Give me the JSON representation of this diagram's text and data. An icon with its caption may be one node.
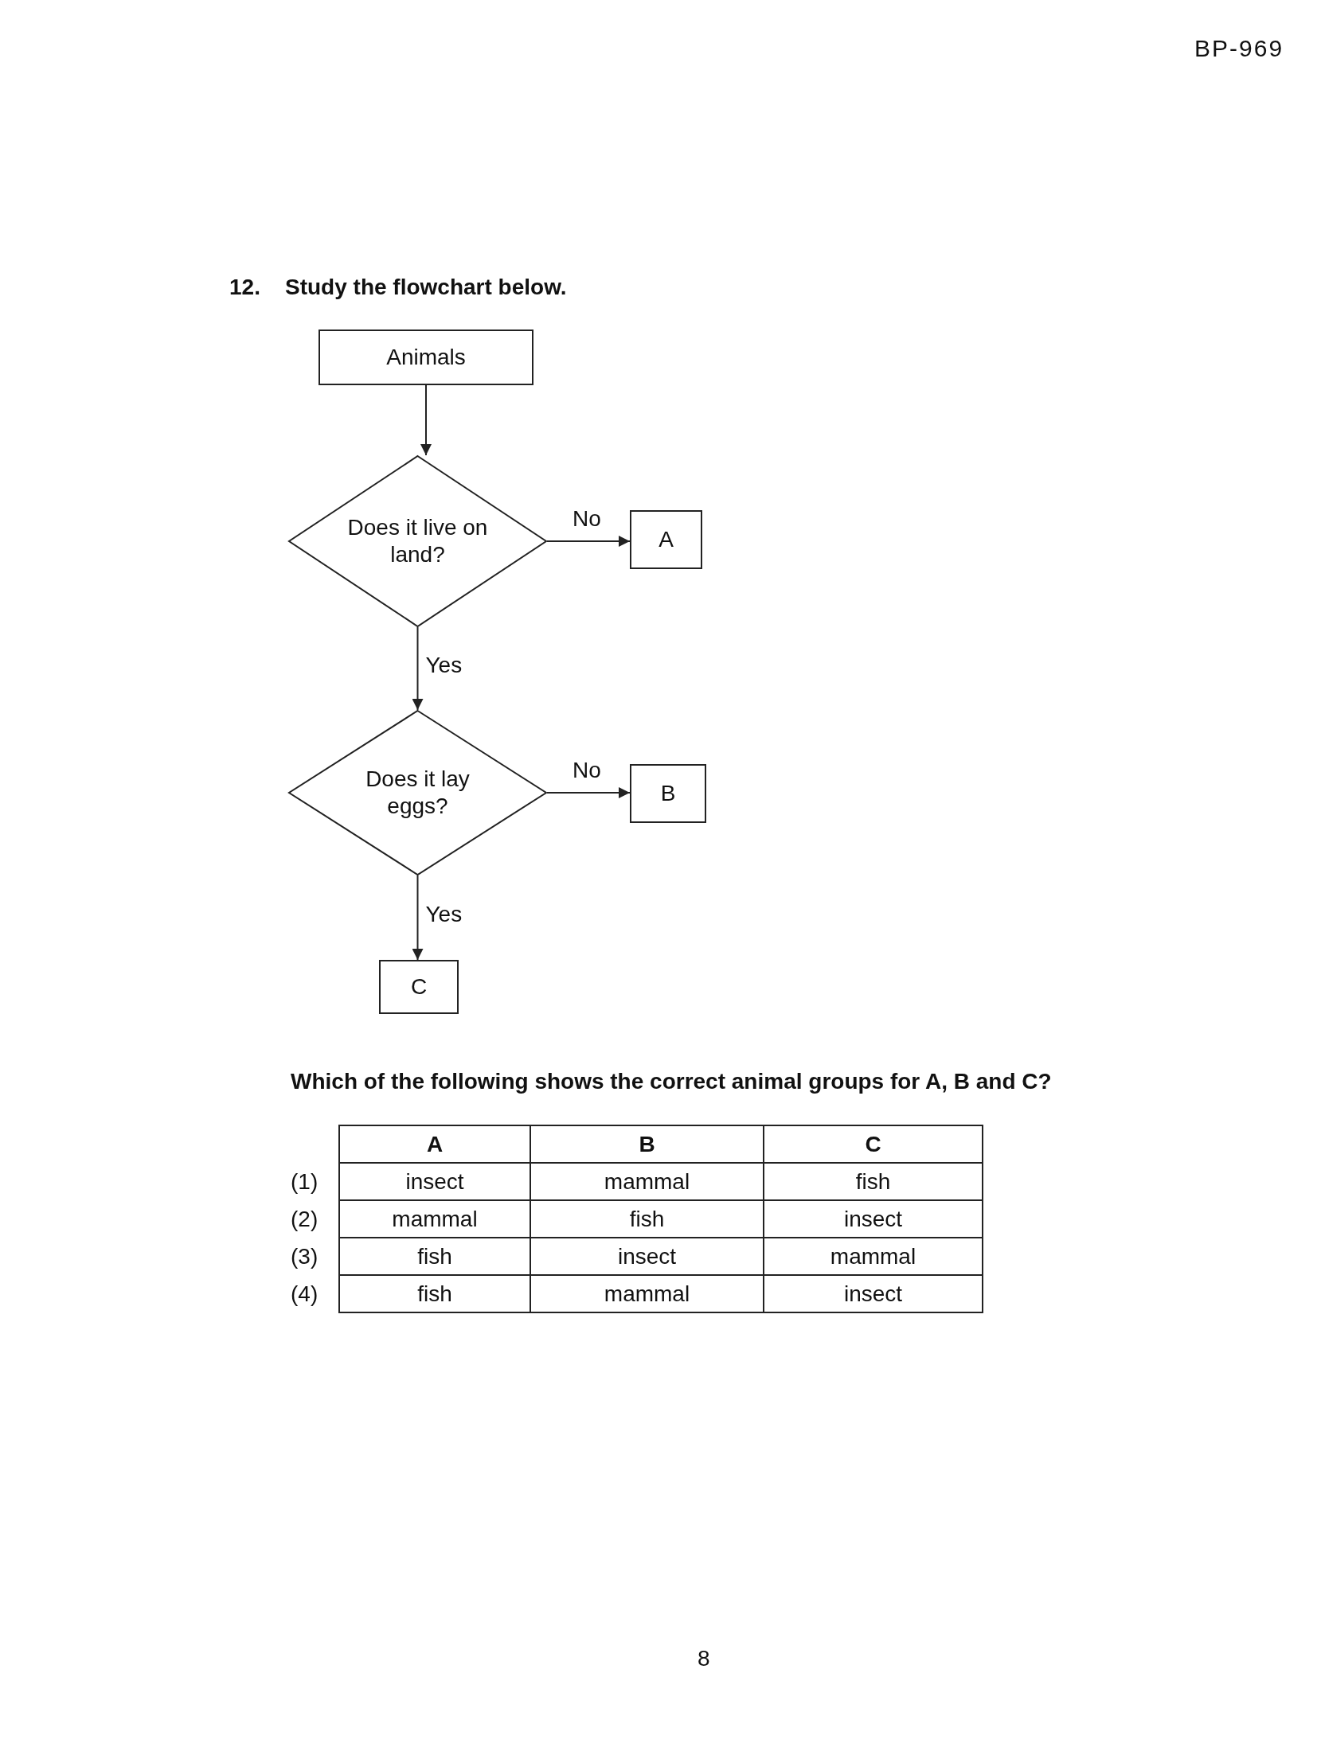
{
  "diagram": {
    "nodes": [
      {
        "text": [
          "Animals"
        ]
      },
      {
        "text": [
          "Does it live on land?"
        ]
      },
      {
        "text": [
          "A"
        ]
      },
      {
        "text": [
          "Does it lay eggs?"
        ]
      },
      {
        "text": [
          "B"
        ]
      },
      {
        "text": [
          "C"
        ]
      }
    ],
    "edges": [
      {
        "from": 0,
        "to": 1,
        "arrow": "to"
      },
      {
        "from": 1,
        "to": 2,
        "arrow": "to",
        "label": "No"
      },
      {
        "from": 1,
        "to": 3,
        "arrow": "to",
        "label": "Yes"
      },
      {
        "from": 3,
        "to": 4,
        "arrow": "to",
        "label": "No"
      },
      {
        "from": 3,
        "to": 5,
        "arrow": "to",
        "label": "Yes"
      }
    ],
    "labels": [
      "BP-969",
      "12.",
      "Study the flowchart below.",
      "Which of the following shows the correct animal groups for A, B and C?",
      "A",
      "B",
      "C",
      "(1)",
      "insect",
      "mammal",
      "fish",
      "(2)",
      "mammal",
      "fish",
      "insect",
      "(3)",
      "fish",
      "insect",
      "mammal",
      "(4)",
      "fish",
      "mammal",
      "insect",
      "8"
    ]
  }
}
